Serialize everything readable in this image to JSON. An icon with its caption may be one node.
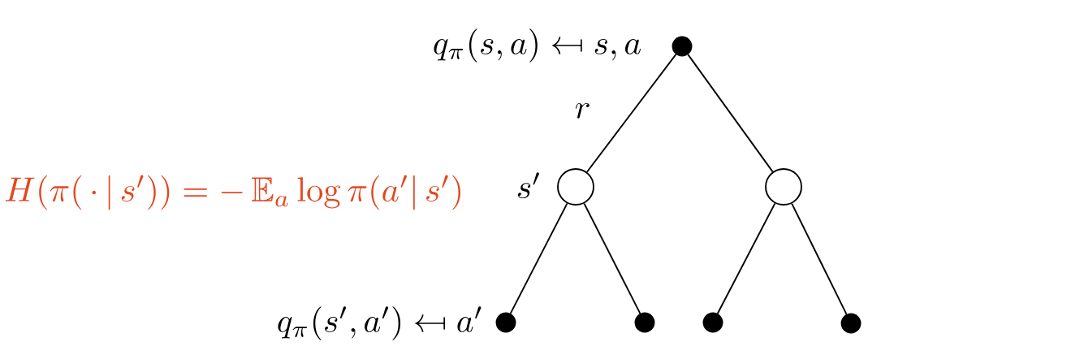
{
  "diagram": {
    "nodes": [
      {
        "text": [],
        "shape": "circle",
        "beside": [
          "q_\\pi(s, a) \\mapsfrom s, a"
        ]
      },
      {
        "text": [],
        "shape": "circle",
        "beside": [
          "s'"
        ]
      },
      {
        "text": [],
        "shape": "circle"
      },
      {
        "text": [],
        "shape": "circle",
        "beside": [
          "q_\\pi(s', a') \\mapsfrom a'"
        ]
      },
      {
        "text": [],
        "shape": "circle"
      },
      {
        "text": [],
        "shape": "circle"
      },
      {
        "text": [],
        "shape": "circle"
      }
    ],
    "edges": [
      {
        "from": 0,
        "to": 1,
        "arrow": "none",
        "label": "r"
      },
      {
        "from": 0,
        "to": 2,
        "arrow": "none"
      },
      {
        "from": 1,
        "to": 3,
        "arrow": "none"
      },
      {
        "from": 1,
        "to": 4,
        "arrow": "none"
      },
      {
        "from": 2,
        "to": 5,
        "arrow": "none"
      },
      {
        "from": 2,
        "to": 6,
        "arrow": "none"
      }
    ],
    "labels": [
      "H(\\pi(\\,\\cdot\\,|\\,s')) = -\\,\\mathbb{E}_a \\log \\pi(a'|\\,s')"
    ]
  }
}
